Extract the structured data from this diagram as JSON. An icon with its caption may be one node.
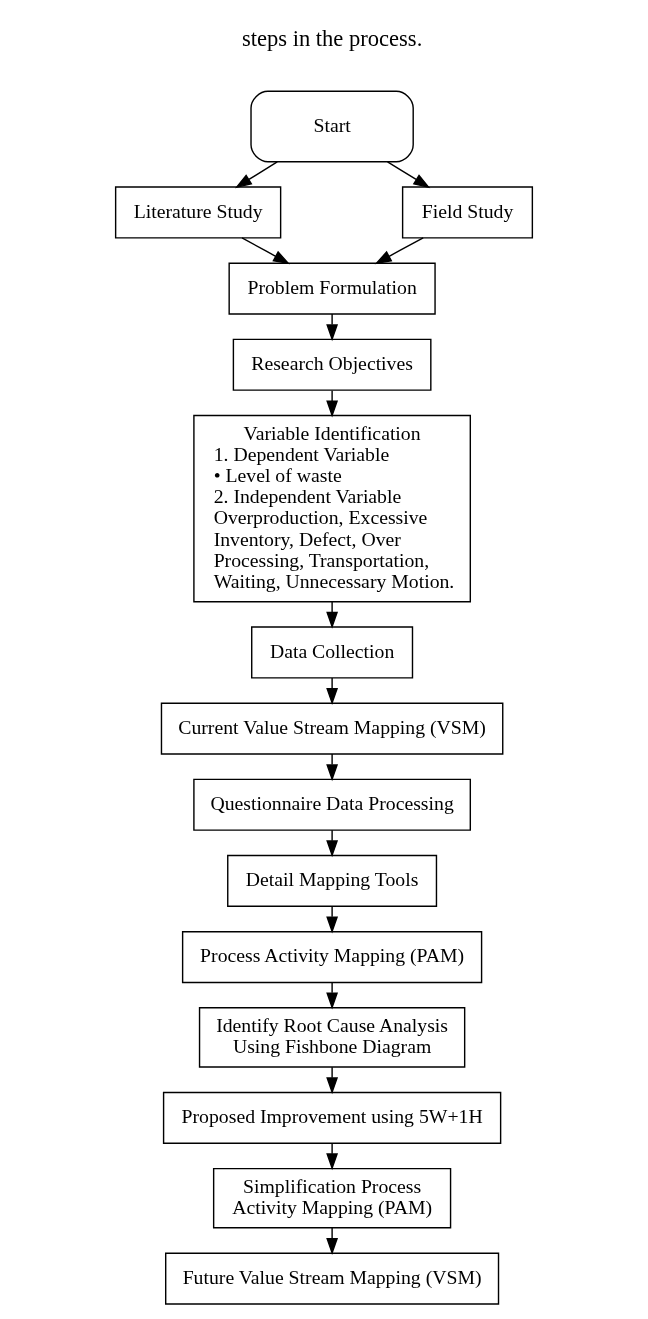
{
  "diagram": {
    "nodes": [
      {
        "text": [
          "Start"
        ]
      },
      {
        "text": [
          "Literature Study"
        ]
      },
      {
        "text": [
          "Field Study"
        ]
      },
      {
        "text": [
          "Problem Formulation"
        ]
      },
      {
        "text": [
          "Research Objectives"
        ]
      },
      {
        "text": [
          "Variable Identification",
          "1. Dependent Variable",
          "• Level of waste",
          "2. Independent Variable",
          "Overproduction, Excessive Inventory, Defect, Over Processing, Transportation, Waiting, Unnecessary Motion."
        ]
      },
      {
        "text": [
          "Data Collection"
        ]
      },
      {
        "text": [
          "Current Value Stream Mapping (VSM)"
        ]
      },
      {
        "text": [
          "Questionnaire Data Processing"
        ]
      },
      {
        "text": [
          "Detail Mapping Tools"
        ]
      },
      {
        "text": [
          "Process Activity Mapping (PAM)"
        ]
      },
      {
        "text": [
          "Identify Root Cause Analysis Using Fishbone Diagram"
        ]
      },
      {
        "text": [
          "Proposed Improvement using 5W+1H"
        ]
      },
      {
        "text": [
          "Simplification Process Activity Mapping (PAM)"
        ]
      },
      {
        "text": [
          "Future Value Stream Mapping (VSM)"
        ]
      }
    ],
    "edges": [
      {
        "from": 0,
        "to": 1,
        "arrow": "to"
      },
      {
        "from": 0,
        "to": 2,
        "arrow": "to"
      },
      {
        "from": 1,
        "to": 3,
        "arrow": "to"
      },
      {
        "from": 2,
        "to": 3,
        "arrow": "to"
      },
      {
        "from": 3,
        "to": 4,
        "arrow": "to"
      },
      {
        "from": 4,
        "to": 5,
        "arrow": "to"
      },
      {
        "from": 5,
        "to": 6,
        "arrow": "to"
      },
      {
        "from": 6,
        "to": 7,
        "arrow": "to"
      },
      {
        "from": 7,
        "to": 8,
        "arrow": "to"
      },
      {
        "from": 8,
        "to": 9,
        "arrow": "to"
      },
      {
        "from": 9,
        "to": 10,
        "arrow": "to"
      },
      {
        "from": 10,
        "to": 11,
        "arrow": "to"
      },
      {
        "from": 11,
        "to": 12,
        "arrow": "to"
      },
      {
        "from": 12,
        "to": 13,
        "arrow": "to"
      },
      {
        "from": 13,
        "to": 14,
        "arrow": "to"
      }
    ],
    "labels": [
      "steps in the process."
    ]
  }
}
